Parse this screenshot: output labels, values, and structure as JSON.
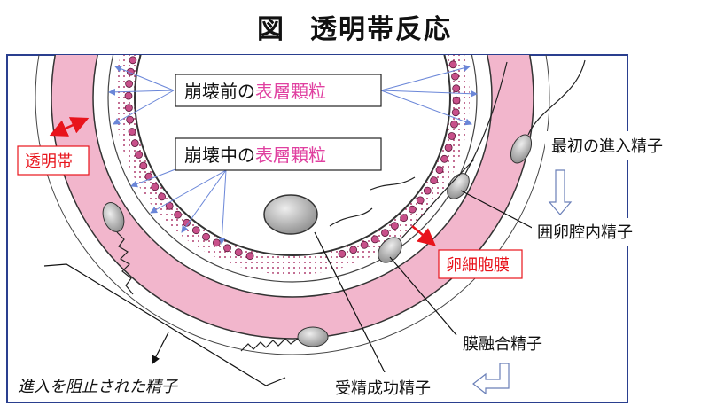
{
  "title": {
    "prefix": "図",
    "text": "透明帯反応"
  },
  "labels": {
    "granule_before_prefix": "崩壊前の",
    "granule_before_highlight": "表層顆粒",
    "granule_during_prefix": "崩壊中の",
    "granule_during_highlight": "表層顆粒",
    "zona": "透明帯",
    "first_sperm": "最初の進入精子",
    "perivitelline_sperm": "囲卵腔内精子",
    "oocyte_membrane": "卵細胞膜",
    "fused_sperm": "膜融合精子",
    "blocked_sperm": "進入を阻止された精子",
    "fertilizing_sperm": "受精成功精子"
  },
  "colors": {
    "zona_fill": "#f2b6cc",
    "granule": "#c8508a",
    "highlight_text": "#e040a0",
    "red_label": "#e8141c",
    "arrow_blue": "#6a86d8",
    "frame": "#2a3f8f"
  }
}
